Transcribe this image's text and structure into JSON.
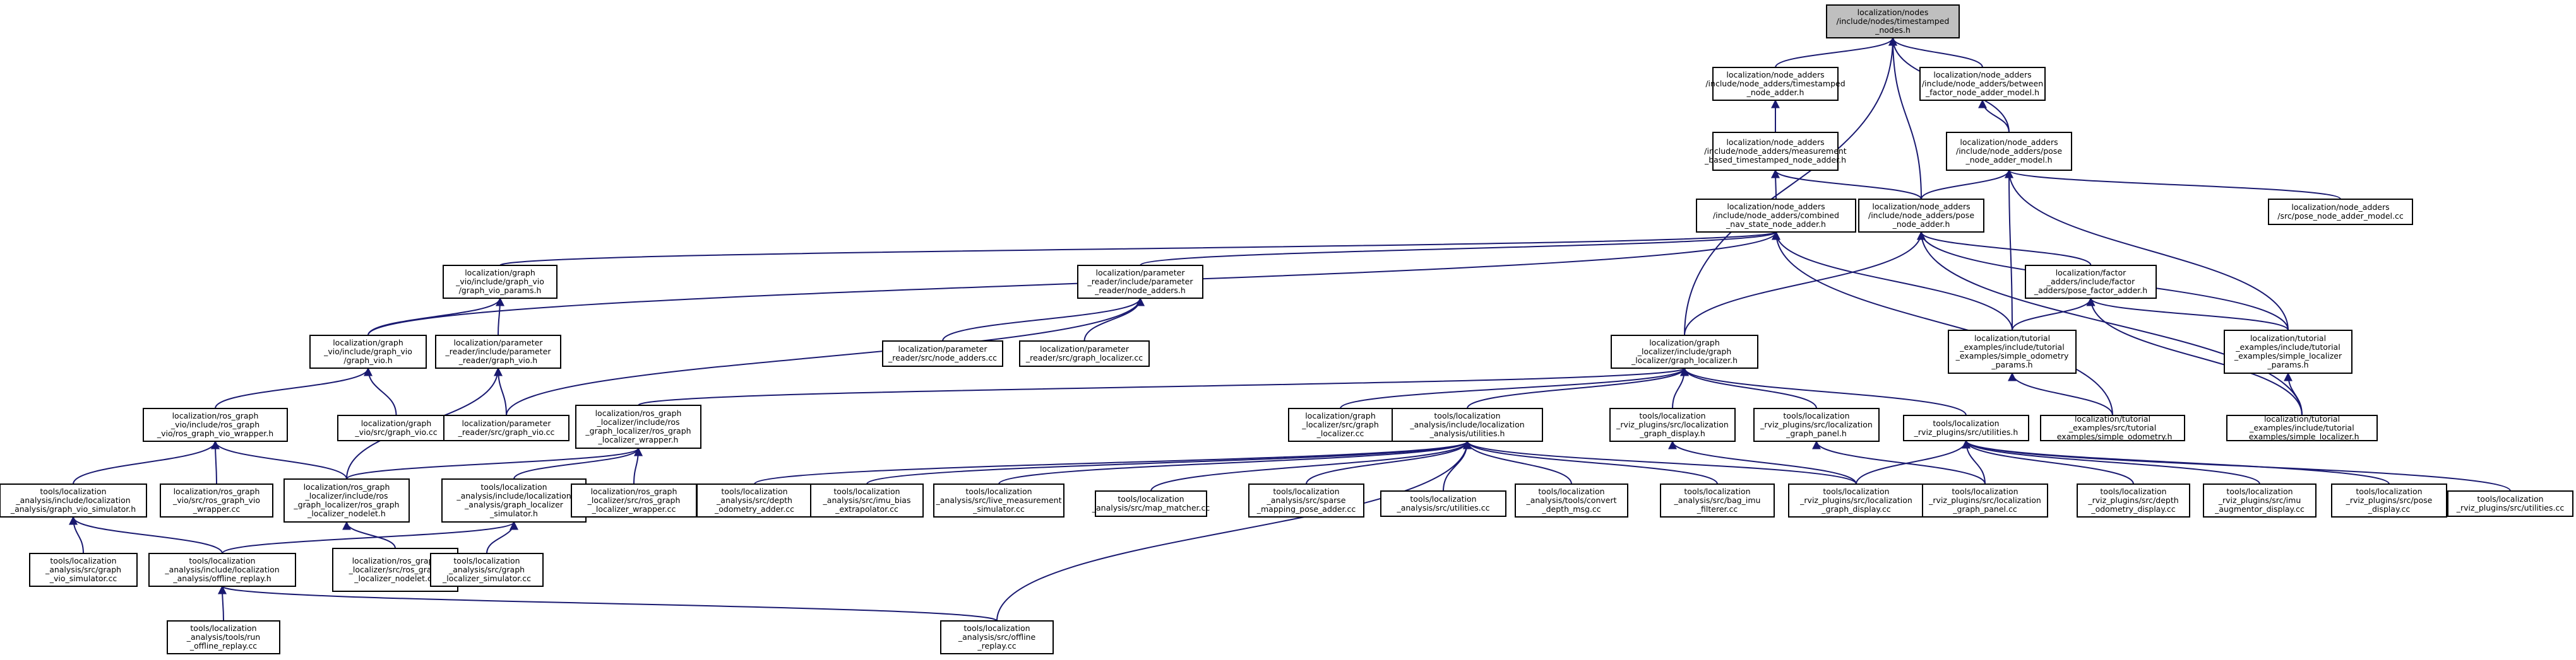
{
  "graph": {
    "colors": {
      "edge": "#191970",
      "root_fill": "#bfbfbf",
      "node_fill": "#ffffff",
      "node_border": "#000000"
    },
    "nodes": [
      {
        "id": "n0",
        "lines": [
          "localization/nodes",
          "/include/nodes/timestamped",
          "_nodes.h"
        ],
        "root": true
      },
      {
        "id": "n1",
        "lines": [
          "localization/node_adders",
          "/include/node_adders/timestamped",
          "_node_adder.h"
        ]
      },
      {
        "id": "n2",
        "lines": [
          "localization/node_adders",
          "/include/node_adders/between",
          "_factor_node_adder_model.h"
        ]
      },
      {
        "id": "n3",
        "lines": [
          "localization/node_adders",
          "/include/node_adders/measurement",
          "_based_timestamped_node_adder.h"
        ]
      },
      {
        "id": "n4",
        "lines": [
          "localization/node_adders",
          "/include/node_adders/pose",
          "_node_adder_model.h"
        ]
      },
      {
        "id": "n5",
        "lines": [
          "localization/node_adders",
          "/include/node_adders/combined",
          "_nav_state_node_adder.h"
        ]
      },
      {
        "id": "n6",
        "lines": [
          "localization/node_adders",
          "/include/node_adders/pose",
          "_node_adder.h"
        ]
      },
      {
        "id": "n7",
        "lines": [
          "localization/node_adders",
          "/src/pose_node_adder_model.cc"
        ]
      },
      {
        "id": "n8",
        "lines": [
          "localization/graph",
          "_vio/include/graph_vio",
          "/graph_vio_params.h"
        ]
      },
      {
        "id": "n9",
        "lines": [
          "localization/parameter",
          "_reader/include/parameter",
          "_reader/node_adders.h"
        ]
      },
      {
        "id": "n10",
        "lines": [
          "localization/factor",
          "_adders/include/factor",
          "_adders/pose_factor_adder.h"
        ]
      },
      {
        "id": "n11",
        "lines": [
          "localization/graph",
          "_vio/include/graph_vio",
          "/graph_vio.h"
        ]
      },
      {
        "id": "n12",
        "lines": [
          "localization/parameter",
          "_reader/include/parameter",
          "_reader/graph_vio.h"
        ]
      },
      {
        "id": "n13",
        "lines": [
          "localization/parameter",
          "_reader/src/node_adders.cc"
        ]
      },
      {
        "id": "n14",
        "lines": [
          "localization/parameter",
          "_reader/src/graph_localizer.cc"
        ]
      },
      {
        "id": "n15",
        "lines": [
          "localization/graph",
          "_localizer/include/graph",
          "_localizer/graph_localizer.h"
        ]
      },
      {
        "id": "n16",
        "lines": [
          "localization/tutorial",
          "_examples/include/tutorial",
          "_examples/simple_odometry",
          "_params.h"
        ]
      },
      {
        "id": "n17",
        "lines": [
          "localization/tutorial",
          "_examples/include/tutorial",
          "_examples/simple_localizer",
          "_params.h"
        ]
      },
      {
        "id": "n18",
        "lines": [
          "localization/ros_graph",
          "_vio/include/ros_graph",
          "_vio/ros_graph_vio_wrapper.h"
        ]
      },
      {
        "id": "n19",
        "lines": [
          "localization/graph",
          "_vio/src/graph_vio.cc"
        ]
      },
      {
        "id": "n20",
        "lines": [
          "localization/parameter",
          "_reader/src/graph_vio.cc"
        ]
      },
      {
        "id": "n21",
        "lines": [
          "localization/ros_graph",
          "_localizer/include/ros",
          "_graph_localizer/ros_graph",
          "_localizer_wrapper.h"
        ]
      },
      {
        "id": "n22",
        "lines": [
          "localization/graph",
          "_localizer/src/graph",
          "_localizer.cc"
        ]
      },
      {
        "id": "n23",
        "lines": [
          "tools/localization",
          "_analysis/include/localization",
          "_analysis/utilities.h"
        ]
      },
      {
        "id": "n24",
        "lines": [
          "tools/localization",
          "_rviz_plugins/src/localization",
          "_graph_display.h"
        ]
      },
      {
        "id": "n25",
        "lines": [
          "tools/localization",
          "_rviz_plugins/src/localization",
          "_graph_panel.h"
        ]
      },
      {
        "id": "n26",
        "lines": [
          "tools/localization",
          "_rviz_plugins/src/utilities.h"
        ]
      },
      {
        "id": "n27",
        "lines": [
          "localization/tutorial",
          "_examples/src/tutorial",
          "_examples/simple_odometry.h"
        ]
      },
      {
        "id": "n28",
        "lines": [
          "localization/tutorial",
          "_examples/include/tutorial",
          "_examples/simple_localizer.h"
        ]
      },
      {
        "id": "n29",
        "lines": [
          "tools/localization",
          "_analysis/include/localization",
          "_analysis/graph_vio_simulator.h"
        ]
      },
      {
        "id": "n30",
        "lines": [
          "localization/ros_graph",
          "_vio/src/ros_graph_vio",
          "_wrapper.cc"
        ]
      },
      {
        "id": "n31",
        "lines": [
          "localization/ros_graph",
          "_localizer/include/ros",
          "_graph_localizer/ros_graph",
          "_localizer_nodelet.h"
        ]
      },
      {
        "id": "n32",
        "lines": [
          "tools/localization",
          "_analysis/include/localization",
          "_analysis/graph_localizer",
          "_simulator.h"
        ]
      },
      {
        "id": "n33",
        "lines": [
          "localization/ros_graph",
          "_localizer/src/ros_graph",
          "_localizer_wrapper.cc"
        ]
      },
      {
        "id": "n34",
        "lines": [
          "tools/localization",
          "_analysis/src/depth",
          "_odometry_adder.cc"
        ]
      },
      {
        "id": "n35",
        "lines": [
          "tools/localization",
          "_analysis/src/imu_bias",
          "_extrapolator.cc"
        ]
      },
      {
        "id": "n36",
        "lines": [
          "tools/localization",
          "_analysis/src/live_measurement",
          "_simulator.cc"
        ]
      },
      {
        "id": "n37",
        "lines": [
          "tools/localization",
          "_analysis/src/map_matcher.cc"
        ]
      },
      {
        "id": "n38",
        "lines": [
          "tools/localization",
          "_analysis/src/sparse",
          "_mapping_pose_adder.cc"
        ]
      },
      {
        "id": "n39",
        "lines": [
          "tools/localization",
          "_analysis/src/utilities.cc"
        ]
      },
      {
        "id": "n40",
        "lines": [
          "tools/localization",
          "_analysis/tools/convert",
          "_depth_msg.cc"
        ]
      },
      {
        "id": "n41",
        "lines": [
          "tools/localization",
          "_analysis/src/bag_imu",
          "_filterer.cc"
        ]
      },
      {
        "id": "n42",
        "lines": [
          "tools/localization",
          "_rviz_plugins/src/localization",
          "_graph_display.cc"
        ]
      },
      {
        "id": "n43",
        "lines": [
          "tools/localization",
          "_rviz_plugins/src/localization",
          "_graph_panel.cc"
        ]
      },
      {
        "id": "n44",
        "lines": [
          "tools/localization",
          "_rviz_plugins/src/depth",
          "_odometry_display.cc"
        ]
      },
      {
        "id": "n45",
        "lines": [
          "tools/localization",
          "_rviz_plugins/src/imu",
          "_augmentor_display.cc"
        ]
      },
      {
        "id": "n46",
        "lines": [
          "tools/localization",
          "_rviz_plugins/src/pose",
          "_display.cc"
        ]
      },
      {
        "id": "n47",
        "lines": [
          "tools/localization",
          "_rviz_plugins/src/utilities.cc"
        ]
      },
      {
        "id": "n48",
        "lines": [
          "tools/localization",
          "_analysis/src/graph",
          "_vio_simulator.cc"
        ]
      },
      {
        "id": "n49",
        "lines": [
          "tools/localization",
          "_analysis/include/localization",
          "_analysis/offline_replay.h"
        ]
      },
      {
        "id": "n50",
        "lines": [
          "localization/ros_graph",
          "_localizer/src/ros_graph",
          "_localizer_nodelet.cc"
        ]
      },
      {
        "id": "n51",
        "lines": [
          "tools/localization",
          "_analysis/src/graph",
          "_localizer_simulator.cc"
        ]
      },
      {
        "id": "n52",
        "lines": [
          "tools/localization",
          "_analysis/tools/run",
          "_offline_replay.cc"
        ]
      },
      {
        "id": "n53",
        "lines": [
          "tools/localization",
          "_analysis/src/offline",
          "_replay.cc"
        ]
      }
    ],
    "edges": [
      [
        "n1",
        "n0"
      ],
      [
        "n2",
        "n0"
      ],
      [
        "n4",
        "n0"
      ],
      [
        "n6",
        "n0"
      ],
      [
        "n15",
        "n0"
      ],
      [
        "n3",
        "n1"
      ],
      [
        "n5",
        "n3"
      ],
      [
        "n6",
        "n3"
      ],
      [
        "n4",
        "n2"
      ],
      [
        "n6",
        "n4"
      ],
      [
        "n7",
        "n4"
      ],
      [
        "n16",
        "n4"
      ],
      [
        "n17",
        "n4"
      ],
      [
        "n8",
        "n5"
      ],
      [
        "n9",
        "n5"
      ],
      [
        "n11",
        "n5"
      ],
      [
        "n16",
        "n5"
      ],
      [
        "n27",
        "n5"
      ],
      [
        "n15",
        "n6"
      ],
      [
        "n10",
        "n6"
      ],
      [
        "n17",
        "n6"
      ],
      [
        "n28",
        "n6"
      ],
      [
        "n16",
        "n10"
      ],
      [
        "n17",
        "n10"
      ],
      [
        "n28",
        "n10"
      ],
      [
        "n11",
        "n8"
      ],
      [
        "n12",
        "n8"
      ],
      [
        "n13",
        "n9"
      ],
      [
        "n14",
        "n9"
      ],
      [
        "n20",
        "n9"
      ],
      [
        "n18",
        "n11"
      ],
      [
        "n19",
        "n11"
      ],
      [
        "n20",
        "n12"
      ],
      [
        "n31",
        "n12"
      ],
      [
        "n21",
        "n15"
      ],
      [
        "n22",
        "n15"
      ],
      [
        "n23",
        "n15"
      ],
      [
        "n24",
        "n15"
      ],
      [
        "n25",
        "n15"
      ],
      [
        "n26",
        "n15"
      ],
      [
        "n27",
        "n16"
      ],
      [
        "n28",
        "n17"
      ],
      [
        "n29",
        "n18"
      ],
      [
        "n30",
        "n18"
      ],
      [
        "n31",
        "n18"
      ],
      [
        "n31",
        "n21"
      ],
      [
        "n32",
        "n21"
      ],
      [
        "n33",
        "n21"
      ],
      [
        "n34",
        "n23"
      ],
      [
        "n35",
        "n23"
      ],
      [
        "n36",
        "n23"
      ],
      [
        "n37",
        "n23"
      ],
      [
        "n38",
        "n23"
      ],
      [
        "n39",
        "n23"
      ],
      [
        "n40",
        "n23"
      ],
      [
        "n41",
        "n23"
      ],
      [
        "n42",
        "n23"
      ],
      [
        "n53",
        "n23"
      ],
      [
        "n42",
        "n24"
      ],
      [
        "n43",
        "n25"
      ],
      [
        "n42",
        "n26"
      ],
      [
        "n43",
        "n26"
      ],
      [
        "n44",
        "n26"
      ],
      [
        "n45",
        "n26"
      ],
      [
        "n46",
        "n26"
      ],
      [
        "n47",
        "n26"
      ],
      [
        "n48",
        "n29"
      ],
      [
        "n49",
        "n29"
      ],
      [
        "n49",
        "n32"
      ],
      [
        "n51",
        "n32"
      ],
      [
        "n50",
        "n31"
      ],
      [
        "n52",
        "n49"
      ],
      [
        "n53",
        "n49"
      ]
    ]
  }
}
